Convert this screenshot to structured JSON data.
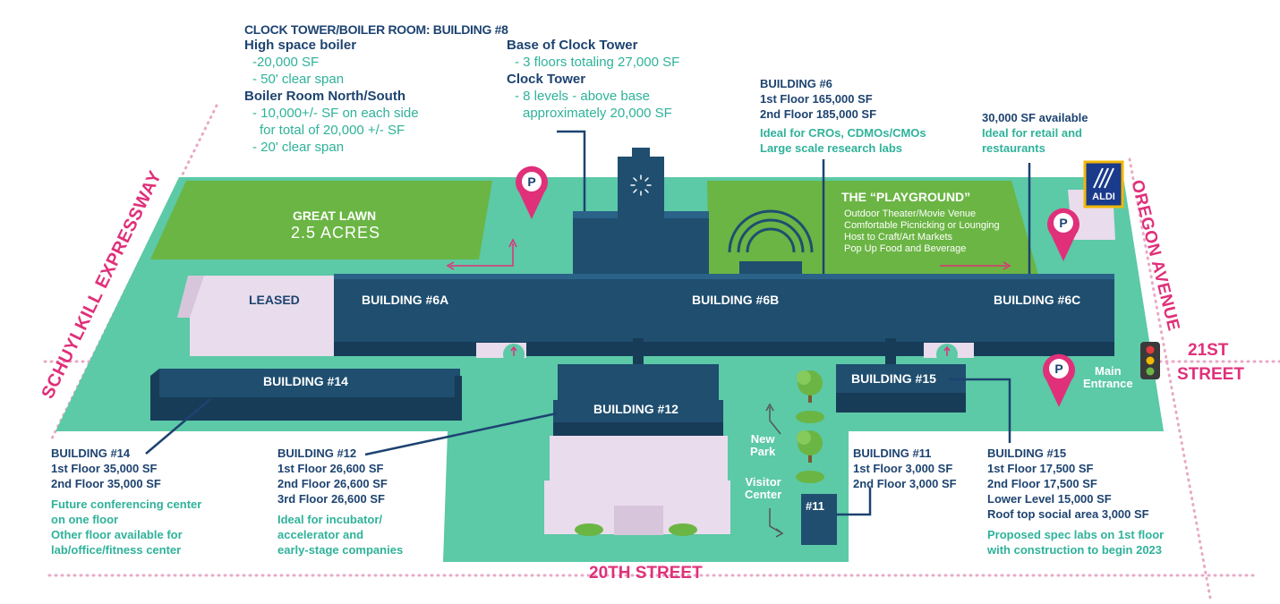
{
  "colors": {
    "teal": "#5cc9a7",
    "grass": "#6bb544",
    "navy": "#1f4e6f",
    "navy_dark": "#173c58",
    "pink": "#e0307a",
    "lavender": "#e9dcec",
    "label_navy": "#1d4370",
    "label_teal": "#2fb29a"
  },
  "icons": [
    "parking-pin-icon",
    "traffic-light-icon",
    "wifi-arc-icon",
    "tree-icon",
    "shrub-icon",
    "clock-icon",
    "arrow-icon"
  ],
  "clock_tower": {
    "title": "CLOCK TOWER/BOILER ROOM: BUILDING #8",
    "boiler_heading": "High space boiler",
    "boiler_lines": [
      "-20,000 SF",
      "- 50' clear span"
    ],
    "boiler_room_heading": "Boiler Room North/South",
    "boiler_room_lines": [
      "- 10,000+/- SF on each side",
      "for total of 20,000 +/- SF",
      "- 20' clear span"
    ],
    "base_heading": "Base of Clock Tower",
    "base_lines": [
      "- 3 floors totaling 27,000 SF"
    ],
    "tower_heading": "Clock Tower",
    "tower_lines": [
      "- 8 levels - above base",
      "approximately 20,000 SF"
    ]
  },
  "building6": {
    "title": "BUILDING #6",
    "lines": [
      "1st Floor 165,000 SF",
      "2nd Floor 185,000 SF"
    ],
    "notes": [
      "Ideal for CROs, CDMOs/CMOs",
      "Large scale research labs"
    ]
  },
  "retail": {
    "title": "30,000 SF available",
    "notes": [
      "Ideal for retail and",
      "restaurants"
    ],
    "aldi": "ALDI"
  },
  "streets": {
    "schuylkill": "SCHUYLKILL EXPRESSWAY",
    "oregon": "OREGON AVENUE",
    "st21_a": "21ST",
    "st21_b": "STREET",
    "st20": "20TH STREET"
  },
  "map": {
    "great_lawn": "GREAT LAWN",
    "acres": "2.5 ACRES",
    "playground_title": "THE “PLAYGROUND”",
    "playground_lines": [
      "Outdoor Theater/Movie Venue",
      "Comfortable Picnicking or Lounging",
      "Host to Craft/Art Markets",
      "Pop Up Food and Beverage"
    ],
    "leased": "LEASED",
    "b6a": "BUILDING #6A",
    "b6b": "BUILDING #6B",
    "b6c": "BUILDING #6C",
    "b14": "BUILDING #14",
    "b12": "BUILDING #12",
    "b15": "BUILDING #15",
    "b11": "#11",
    "new_park": [
      "New",
      "Park"
    ],
    "visitor_center": [
      "Visitor",
      "Center"
    ],
    "main_entrance": [
      "Main",
      "Entrance"
    ],
    "parking": "P"
  },
  "building14": {
    "title": "BUILDING #14",
    "lines": [
      "1st Floor 35,000 SF",
      "2nd Floor 35,000 SF"
    ],
    "notes": [
      "Future conferencing center",
      "on one floor",
      "Other floor available for",
      "lab/office/fitness center"
    ]
  },
  "building12": {
    "title": "BUILDING #12",
    "lines": [
      "1st Floor 26,600 SF",
      "2nd Floor 26,600 SF",
      "3rd Floor 26,600 SF"
    ],
    "notes": [
      "Ideal for incubator/",
      "accelerator and",
      "early-stage companies"
    ]
  },
  "building11": {
    "title": "BUILDING #11",
    "lines": [
      "1st Floor 3,000 SF",
      "2nd Floor 3,000 SF"
    ]
  },
  "building15": {
    "title": "BUILDING #15",
    "lines": [
      "1st Floor 17,500 SF",
      "2nd Floor 17,500 SF",
      "Lower Level 15,000 SF",
      "Roof top social area 3,000 SF"
    ],
    "notes": [
      "Proposed spec labs on 1st floor",
      "with construction to begin 2023"
    ]
  }
}
